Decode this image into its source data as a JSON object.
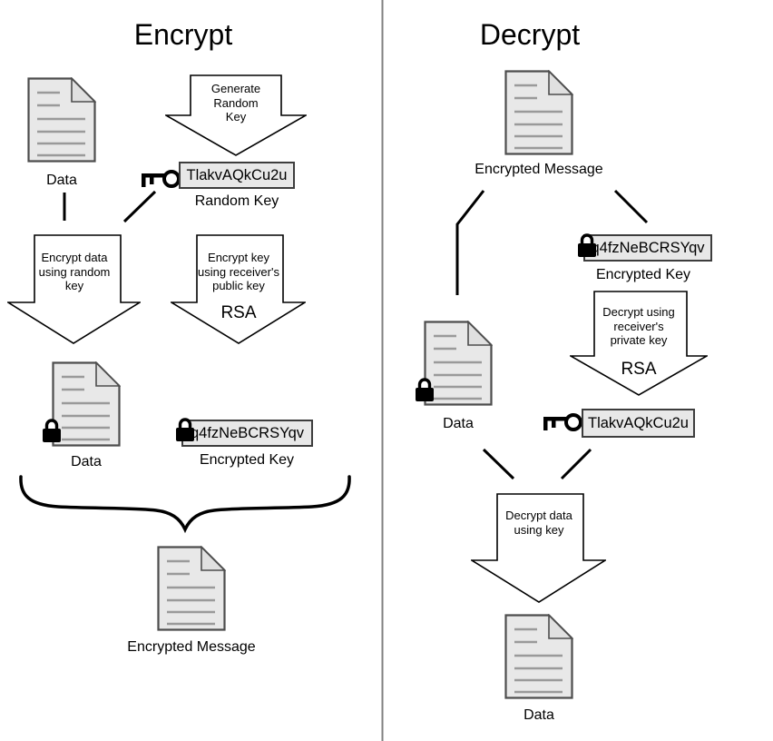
{
  "colors": {
    "background": "#ffffff",
    "doc_fill": "#e8e8e8",
    "doc_border": "#4d4d4d",
    "doc_text_line": "#9a9a9a",
    "box_fill": "#e8e8e8",
    "box_border": "#3d3d3d",
    "stroke": "#000000",
    "divider": "#808080"
  },
  "encrypt": {
    "title": "Encrypt",
    "source_doc": {
      "label": "Data"
    },
    "generate_key_arrow": {
      "text": "Generate Random Key"
    },
    "random_key": {
      "value": "TlakvAQkCu2u",
      "label": "Random Key"
    },
    "encrypt_data_arrow": {
      "text": "Encrypt data using random key"
    },
    "encrypt_key_arrow": {
      "text": "Encrypt key using receiver's public key",
      "algorithm": "RSA"
    },
    "encrypted_data_doc": {
      "label": "Data"
    },
    "encrypted_key": {
      "value": "q4fzNeBCRSYqv",
      "label": "Encrypted Key"
    },
    "output_doc": {
      "label": "Encrypted Message"
    }
  },
  "decrypt": {
    "title": "Decrypt",
    "source_doc": {
      "label": "Encrypted Message"
    },
    "encrypted_key": {
      "value": "q4fzNeBCRSYqv",
      "label": "Encrypted Key"
    },
    "decrypt_key_arrow": {
      "text": "Decrypt using receiver's private key",
      "algorithm": "RSA"
    },
    "recovered_key": {
      "value": "TlakvAQkCu2u"
    },
    "encrypted_data_doc": {
      "label": "Data"
    },
    "decrypt_data_arrow": {
      "text": "Decrypt data using key"
    },
    "output_doc": {
      "label": "Data"
    }
  }
}
